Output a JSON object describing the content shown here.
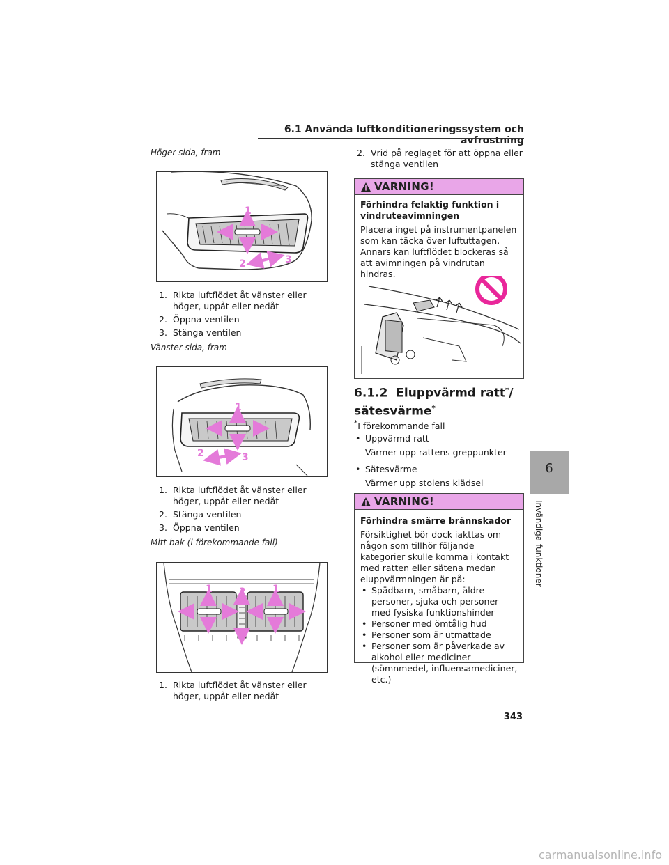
{
  "header": {
    "section": "6.1 Använda luftkonditioneringssystem och avfrostning"
  },
  "left": {
    "caption1": "Höger sida, fram",
    "fig1_labels": [
      "1",
      "2",
      "3"
    ],
    "steps1": [
      {
        "num": "1.",
        "text": "Rikta luftflödet åt vänster eller höger, uppåt eller nedåt"
      },
      {
        "num": "2.",
        "text": "Öppna ventilen"
      },
      {
        "num": "3.",
        "text": "Stänga ventilen"
      }
    ],
    "caption2": "Vänster sida, fram",
    "fig2_labels": [
      "1",
      "2",
      "3"
    ],
    "steps2": [
      {
        "num": "1.",
        "text": "Rikta luftflödet åt vänster eller höger, uppåt eller nedåt"
      },
      {
        "num": "2.",
        "text": "Stänga ventilen"
      },
      {
        "num": "3.",
        "text": "Öppna ventilen"
      }
    ],
    "caption3": "Mitt bak (i förekommande fall)",
    "fig3_labels": [
      "1",
      "2",
      "1"
    ],
    "steps3": [
      {
        "num": "1.",
        "text": "Rikta luftflödet åt vänster eller höger, uppåt eller nedåt"
      }
    ]
  },
  "right": {
    "step2": {
      "num": "2.",
      "text": "Vrid på reglaget för att öppna eller stänga ventilen"
    },
    "warning1": {
      "label": "VARNING!",
      "title": "Förhindra felaktig funktion i vindruteavimningen",
      "text": "Placera inget på instrumentpanelen som kan täcka över luftuttagen. Annars kan luftflödet blockeras så att avimningen på vindrutan hindras."
    },
    "section": {
      "number": "6.1.2",
      "title_a": "Eluppvärmd ratt",
      "title_b": "sätesvärme",
      "star": "*",
      "slash": "/"
    },
    "footnote": "I förekommande fall",
    "features": [
      {
        "name": "Uppvärmd ratt",
        "desc": "Värmer upp rattens greppunkter"
      },
      {
        "name": "Sätesvärme",
        "desc": "Värmer upp stolens klädsel"
      }
    ],
    "warning2": {
      "label": "VARNING!",
      "title": "Förhindra smärre brännskador",
      "text": "Försiktighet bör dock iakttas om någon som tillhör följande kategorier skulle komma i kontakt med ratten eller sätena medan eluppvärmningen är på:",
      "bullets": [
        "Spädbarn, småbarn, äldre personer, sjuka och personer med fysiska funktionshinder",
        "Personer med ömtålig hud",
        "Personer som är utmattade",
        "Personer som är påverkade av alkohol eller mediciner (sömnmedel, influensamediciner, etc.)"
      ]
    }
  },
  "side_tab": {
    "number": "6",
    "label": "Invändiga funktioner"
  },
  "page_number": "343",
  "footer": "carmanualsonline.info",
  "colors": {
    "accent_pink": "#e9a6e8",
    "arrow_pink": "#e47ad9",
    "tab_gray": "#a8a8a8"
  }
}
